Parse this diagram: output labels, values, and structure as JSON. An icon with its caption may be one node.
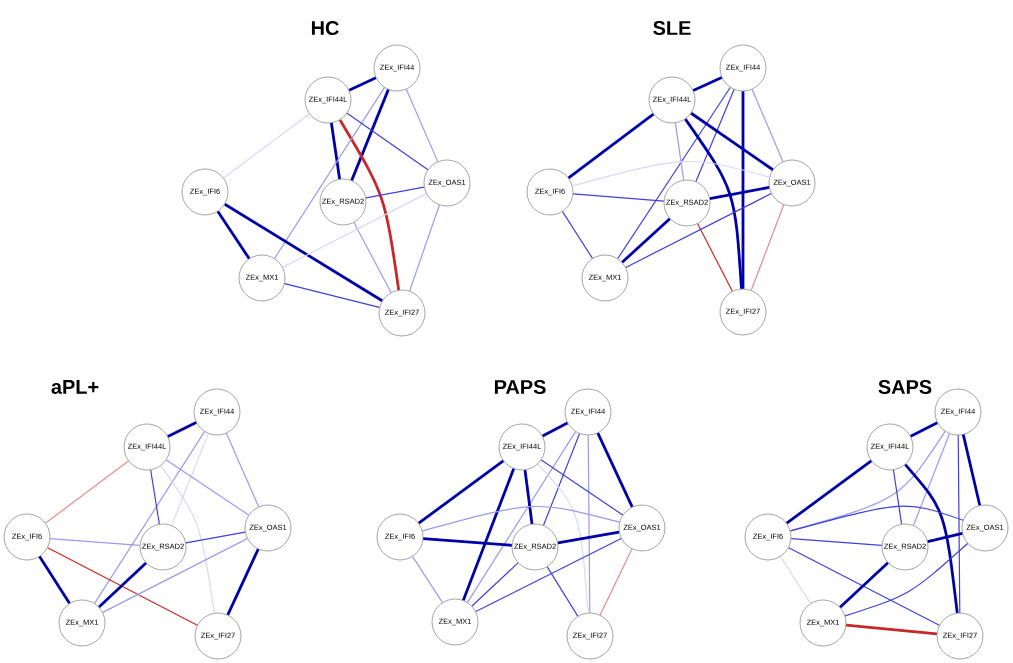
{
  "diagram": {
    "nodes": [
      {
        "text": [
          "ZEx_IFI44"
        ]
      },
      {
        "text": [
          "ZEx_IFI44L"
        ]
      },
      {
        "text": [
          "ZEx_IFI6"
        ]
      },
      {
        "text": [
          "ZEx_RSAD2"
        ]
      },
      {
        "text": [
          "ZEx_OAS1"
        ]
      },
      {
        "text": [
          "ZEx_MX1"
        ]
      },
      {
        "text": [
          "ZEx_IFI27"
        ]
      },
      {
        "text": [
          "ZEx_IFI44"
        ]
      },
      {
        "text": [
          "ZEx_IFI44L"
        ]
      },
      {
        "text": [
          "ZEx_IFI6"
        ]
      },
      {
        "text": [
          "ZEx_RSAD2"
        ]
      },
      {
        "text": [
          "ZEx_OAS1"
        ]
      },
      {
        "text": [
          "ZEx_MX1"
        ]
      },
      {
        "text": [
          "ZEx_IFI27"
        ]
      },
      {
        "text": [
          "ZEx_IFI44"
        ]
      },
      {
        "text": [
          "ZEx_IFI44L"
        ]
      },
      {
        "text": [
          "ZEx_IFI6"
        ]
      },
      {
        "text": [
          "ZEx_RSAD2"
        ]
      },
      {
        "text": [
          "ZEx_OAS1"
        ]
      },
      {
        "text": [
          "ZEx_MX1"
        ]
      },
      {
        "text": [
          "ZEx_IFI27"
        ]
      },
      {
        "text": [
          "ZEx_IFI44"
        ]
      },
      {
        "text": [
          "ZEx_IFI44L"
        ]
      },
      {
        "text": [
          "ZEx_IFI6"
        ]
      },
      {
        "text": [
          "ZEx_RSAD2"
        ]
      },
      {
        "text": [
          "ZEx_OAS1"
        ]
      },
      {
        "text": [
          "ZEx_MX1"
        ]
      },
      {
        "text": [
          "ZEx_IFI27"
        ]
      },
      {
        "text": [
          "ZEx_IFI44"
        ]
      },
      {
        "text": [
          "ZEx_IFI44L"
        ]
      },
      {
        "text": [
          "ZEx_IFI6"
        ]
      },
      {
        "text": [
          "ZEx_RSAD2"
        ]
      },
      {
        "text": [
          "ZEx_OAS1"
        ]
      },
      {
        "text": [
          "ZEx_MX1"
        ]
      },
      {
        "text": [
          "ZEx_IFI27"
        ]
      }
    ],
    "edges": [
      {
        "from": 0,
        "to": 1,
        "arrow": "none",
        "style": "thick",
        "color": "#0000a8"
      },
      {
        "from": 0,
        "to": 3,
        "arrow": "none",
        "style": "thick",
        "color": "#0000a8"
      },
      {
        "from": 1,
        "to": 3,
        "arrow": "none",
        "style": "thick",
        "color": "#0000a8"
      },
      {
        "from": 1,
        "to": 6,
        "arrow": "none",
        "style": "thick",
        "color": "#c8282a"
      },
      {
        "from": 0,
        "to": 4,
        "arrow": "none",
        "color": "#9a9aee"
      },
      {
        "from": 0,
        "to": 5,
        "arrow": "none",
        "color": "#9a9aee"
      },
      {
        "from": 1,
        "to": 4,
        "arrow": "none"
      },
      {
        "from": 1,
        "to": 2,
        "arrow": "none",
        "color": "#d8d8f6"
      },
      {
        "from": 2,
        "to": 5,
        "arrow": "none",
        "style": "thick",
        "color": "#0000a8"
      },
      {
        "from": 2,
        "to": 6,
        "arrow": "none",
        "style": "thick",
        "color": "#0000a8"
      },
      {
        "from": 3,
        "to": 4,
        "arrow": "none"
      },
      {
        "from": 3,
        "to": 6,
        "arrow": "none",
        "color": "#9a9aee"
      },
      {
        "from": 4,
        "to": 6,
        "arrow": "none",
        "color": "#9a9aee"
      },
      {
        "from": 5,
        "to": 6,
        "arrow": "none"
      },
      {
        "from": 5,
        "to": 4,
        "arrow": "none",
        "color": "#d8d8f6"
      },
      {
        "from": 7,
        "to": 8,
        "arrow": "none",
        "style": "thick",
        "color": "#0000a8"
      },
      {
        "from": 7,
        "to": 12,
        "arrow": "none"
      },
      {
        "from": 7,
        "to": 10,
        "arrow": "none"
      },
      {
        "from": 7,
        "to": 13,
        "arrow": "none",
        "style": "thick",
        "color": "#0000a8"
      },
      {
        "from": 7,
        "to": 11,
        "arrow": "none",
        "color": "#9a9aee"
      },
      {
        "from": 8,
        "to": 9,
        "arrow": "none",
        "style": "thick",
        "color": "#0000a8"
      },
      {
        "from": 8,
        "to": 11,
        "arrow": "none",
        "style": "thick",
        "color": "#0000a8"
      },
      {
        "from": 8,
        "to": 13,
        "arrow": "none",
        "style": "thick",
        "color": "#0000a8"
      },
      {
        "from": 8,
        "to": 10,
        "arrow": "none",
        "color": "#9a9aee"
      },
      {
        "from": 9,
        "to": 10,
        "arrow": "none"
      },
      {
        "from": 9,
        "to": 11,
        "arrow": "none",
        "color": "#d8d8f6"
      },
      {
        "from": 9,
        "to": 12,
        "arrow": "none"
      },
      {
        "from": 10,
        "to": 11,
        "arrow": "none",
        "style": "thick",
        "color": "#0000a8"
      },
      {
        "from": 10,
        "to": 12,
        "arrow": "none",
        "style": "thick",
        "color": "#0000a8"
      },
      {
        "from": 10,
        "to": 13,
        "arrow": "none",
        "color": "#c8282a"
      },
      {
        "from": 12,
        "to": 11,
        "arrow": "none"
      },
      {
        "from": 11,
        "to": 13,
        "arrow": "none",
        "color": "#e88a8a"
      },
      {
        "from": 14,
        "to": 15,
        "arrow": "none",
        "style": "thick",
        "color": "#0000a8"
      },
      {
        "from": 14,
        "to": 18,
        "arrow": "none",
        "color": "#9a9aee"
      },
      {
        "from": 14,
        "to": 19,
        "arrow": "none",
        "color": "#9a9aee"
      },
      {
        "from": 14,
        "to": 17,
        "arrow": "none",
        "color": "#d8d8f6"
      },
      {
        "from": 15,
        "to": 16,
        "arrow": "none",
        "color": "#e88a8a"
      },
      {
        "from": 15,
        "to": 17,
        "arrow": "none"
      },
      {
        "from": 15,
        "to": 18,
        "arrow": "none",
        "color": "#9a9aee"
      },
      {
        "from": 15,
        "to": 20,
        "arrow": "none",
        "color": "#d8d8f6"
      },
      {
        "from": 16,
        "to": 17,
        "arrow": "none",
        "color": "#9a9aee"
      },
      {
        "from": 16,
        "to": 19,
        "arrow": "none",
        "style": "thick",
        "color": "#0000a8"
      },
      {
        "from": 16,
        "to": 20,
        "arrow": "none",
        "color": "#c8282a"
      },
      {
        "from": 17,
        "to": 19,
        "arrow": "none",
        "style": "thick",
        "color": "#0000a8"
      },
      {
        "from": 17,
        "to": 18,
        "arrow": "none"
      },
      {
        "from": 19,
        "to": 18,
        "arrow": "none",
        "color": "#9a9aee"
      },
      {
        "from": 18,
        "to": 20,
        "arrow": "none",
        "style": "thick",
        "color": "#0000a8"
      },
      {
        "from": 21,
        "to": 22,
        "arrow": "none",
        "style": "thick",
        "color": "#0000a8"
      },
      {
        "from": 21,
        "to": 25,
        "arrow": "none",
        "style": "thick",
        "color": "#0000a8"
      },
      {
        "from": 21,
        "to": 24,
        "arrow": "none"
      },
      {
        "from": 21,
        "to": 26,
        "arrow": "none",
        "color": "#9a9aee"
      },
      {
        "from": 21,
        "to": 27,
        "arrow": "none",
        "color": "#9a9aee"
      },
      {
        "from": 22,
        "to": 23,
        "arrow": "none",
        "style": "thick",
        "color": "#0000a8"
      },
      {
        "from": 22,
        "to": 26,
        "arrow": "none",
        "style": "thick",
        "color": "#0000a8"
      },
      {
        "from": 22,
        "to": 24,
        "arrow": "none",
        "style": "thick",
        "color": "#0000a8"
      },
      {
        "from": 22,
        "to": 25,
        "arrow": "none"
      },
      {
        "from": 22,
        "to": 27,
        "arrow": "none",
        "color": "#d8d8f6"
      },
      {
        "from": 23,
        "to": 24,
        "arrow": "none",
        "style": "thick",
        "color": "#0000a8"
      },
      {
        "from": 23,
        "to": 25,
        "arrow": "none",
        "color": "#9a9aee"
      },
      {
        "from": 23,
        "to": 26,
        "arrow": "none",
        "color": "#9a9aee"
      },
      {
        "from": 24,
        "to": 25,
        "arrow": "none",
        "style": "thick",
        "color": "#0000a8"
      },
      {
        "from": 24,
        "to": 26,
        "arrow": "none"
      },
      {
        "from": 24,
        "to": 27,
        "arrow": "none"
      },
      {
        "from": 26,
        "to": 25,
        "arrow": "none"
      },
      {
        "from": 25,
        "to": 27,
        "arrow": "none",
        "color": "#e88a8a"
      },
      {
        "from": 28,
        "to": 29,
        "arrow": "none",
        "style": "thick",
        "color": "#0000a8"
      },
      {
        "from": 28,
        "to": 32,
        "arrow": "none",
        "style": "thick",
        "color": "#0000a8"
      },
      {
        "from": 28,
        "to": 31,
        "arrow": "none",
        "color": "#9a9aee"
      },
      {
        "from": 28,
        "to": 34,
        "arrow": "none"
      },
      {
        "from": 28,
        "to": 30,
        "arrow": "none",
        "color": "#9a9aee"
      },
      {
        "from": 29,
        "to": 30,
        "arrow": "none",
        "style": "thick",
        "color": "#0000a8"
      },
      {
        "from": 29,
        "to": 31,
        "arrow": "none"
      },
      {
        "from": 29,
        "to": 34,
        "arrow": "none",
        "style": "thick",
        "color": "#0000a8"
      },
      {
        "from": 30,
        "to": 32,
        "arrow": "none"
      },
      {
        "from": 30,
        "to": 31,
        "arrow": "none"
      },
      {
        "from": 30,
        "to": 33,
        "arrow": "none",
        "color": "#d8d8f6"
      },
      {
        "from": 30,
        "to": 34,
        "arrow": "none"
      },
      {
        "from": 31,
        "to": 33,
        "arrow": "none",
        "style": "thick",
        "color": "#0000a8"
      },
      {
        "from": 31,
        "to": 32,
        "arrow": "none",
        "style": "thick",
        "color": "#0000a8"
      },
      {
        "from": 33,
        "to": 32,
        "arrow": "none"
      },
      {
        "from": 33,
        "to": 34,
        "arrow": "none",
        "style": "thick",
        "color": "#c8282a"
      }
    ],
    "labels": [
      "HC",
      "SLE",
      "aPL+",
      "PAPS",
      "SAPS"
    ]
  }
}
